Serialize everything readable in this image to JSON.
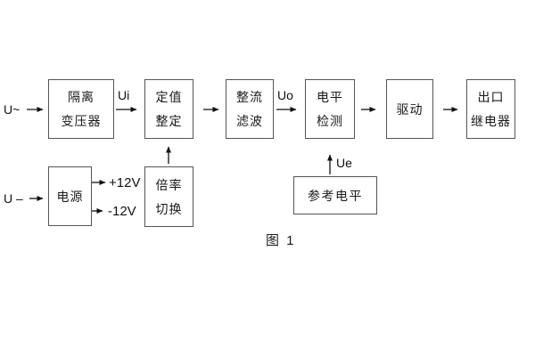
{
  "figure": {
    "caption": "图 1",
    "box_border_color": "#555555",
    "line_color": "#1a1a1a",
    "text_color": "#1a1a1a",
    "background_color": "#ffffff"
  },
  "blocks": {
    "isolation_transformer": {
      "line1": "隔离",
      "line2": "变压器"
    },
    "setting_adjust": {
      "line1": "定值",
      "line2": "整定"
    },
    "rectify_filter": {
      "line1": "整流",
      "line2": "滤波"
    },
    "level_detect": {
      "line1": "电平",
      "line2": "检测"
    },
    "driver": {
      "line1": "驱动"
    },
    "output_relay": {
      "line1": "出口",
      "line2": "继电器"
    },
    "power_supply": {
      "line1": "电源"
    },
    "ratio_switch": {
      "line1": "倍率",
      "line2": "切换"
    },
    "reference_level": {
      "line1": "参考电平"
    }
  },
  "signals": {
    "u_ac": "U~",
    "u_dc": "U –",
    "ui": "Ui",
    "uo": "Uo",
    "ue": "Ue",
    "plus12v": "+12V",
    "minus12v": "-12V"
  }
}
